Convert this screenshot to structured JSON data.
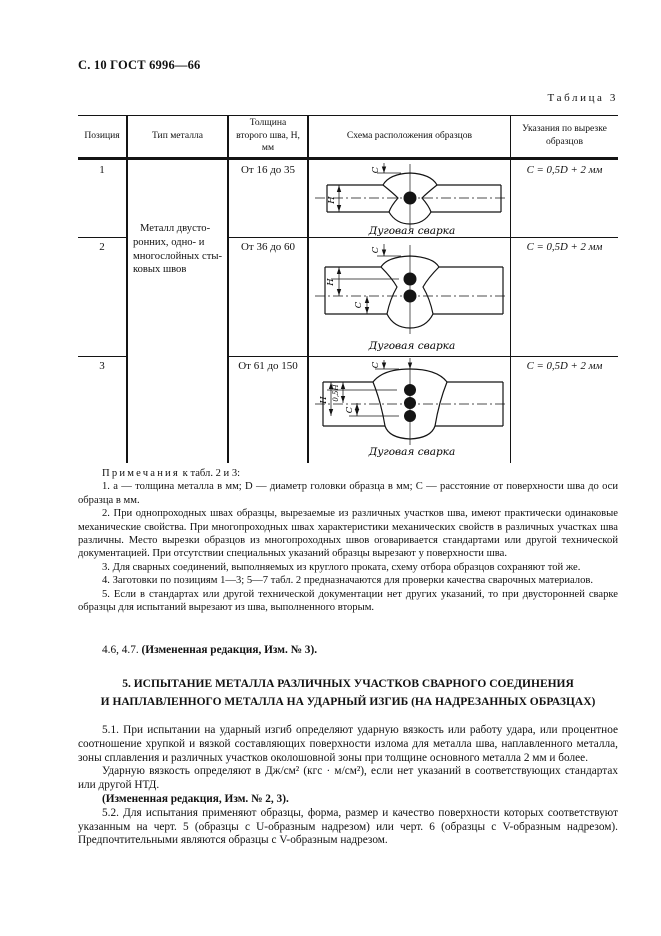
{
  "page": {
    "header": "С. 10 ГОСТ 6996—66"
  },
  "table": {
    "label": "Таблица 3",
    "columns": {
      "position": "Позиция",
      "metal_type": "Тип металла",
      "thickness": "Толщина\nвторого шва, Н,\nмм",
      "scheme": "Схема расположения образцов",
      "cutting": "Указания по вырезке\nобразцов"
    },
    "metal_type_text": "Металл двусто-\nронних, одно- и\nмногослойных сты-\nковых швов",
    "rows": [
      {
        "position": "1",
        "thickness": "От 16 до 35",
        "cutting": "C = 0,5D + 2 мм",
        "caption": "Дуговая сварка",
        "dim_c": "C",
        "dim_h": "H"
      },
      {
        "position": "2",
        "thickness": "От 36 до 60",
        "cutting": "C = 0,5D + 2 мм",
        "caption": "Дуговая сварка",
        "dim_c": "C",
        "dim_h": "H",
        "dim_c2": "C"
      },
      {
        "position": "3",
        "thickness": "От 61 до 150",
        "cutting": "C = 0,5D + 2 мм",
        "caption": "Дуговая сварка",
        "dim_c": "C",
        "dim_h": "H",
        "dim_half_h": "0,5H",
        "dim_c2": "C"
      }
    ]
  },
  "notes": {
    "title_spaced": "Примечания",
    "title_rest": " к табл. 2 и 3:",
    "items": [
      "1. а — толщина металла в мм; D — диаметр головки образца в мм; С — расстояние от поверхности шва до оси образца в мм.",
      "2. При однопроходных швах образцы, вырезаемые из различных участков шва, имеют практически одинаковые механические свойства. При многопроходных швах характеристики механических свойств в различных участках шва различны. Место вырезки образцов из многопроходных швов оговаривается стандартами или другой технической документацией. При отсутствии специальных указаний образцы вырезают у поверхности шва.",
      "3. Для сварных соединений, выполняемых из круглого проката, схему отбора образцов сохраняют той же.",
      "4. Заготовки по позициям 1—3; 5—7 табл. 2 предназначаются для проверки качества сварочных материалов.",
      "5. Если в стандартах или другой технической документации нет других указаний, то при двусторонней сварке образцы для испытаний вырезают из шва, выполненного вторым."
    ]
  },
  "amendments": {
    "ref_46": "4.6, 4.7. ",
    "ref_46_bold": "(Измененная редакция, Изм. № 3).",
    "ref_51_bold": "(Измененная редакция, Изм. № 2, 3)."
  },
  "section5": {
    "heading": "5. ИСПЫТАНИЕ МЕТАЛЛА РАЗЛИЧНЫХ УЧАСТКОВ СВАРНОГО СОЕДИНЕНИЯ\nИ НАПЛАВЛЕННОГО МЕТАЛЛА НА УДАРНЫЙ ИЗГИБ (НА НАДРЕЗАННЫХ ОБРАЗЦАХ)",
    "p51": "5.1. При испытании на ударный изгиб определяют ударную вязкость или работу удара, или процентное соотношение хрупкой и вязкой составляющих поверхности излома для металла шва, наплавленного металла, зоны сплавления и различных участков околошовной зоны при толщине основного металла 2 мм и более.",
    "p51b": "Ударную вязкость определяют в Дж/см² (кгс · м/см²), если нет указаний в соответствующих стандартах или другой НТД.",
    "p52": "5.2. Для испытания применяют образцы, форма, размер и качество поверхности которых соответствуют указанным на черт. 5 (образцы с U-образным надрезом) или черт. 6 (образцы с V-образным надрезом). Предпочтительными являются образцы с V-образным надрезом."
  }
}
